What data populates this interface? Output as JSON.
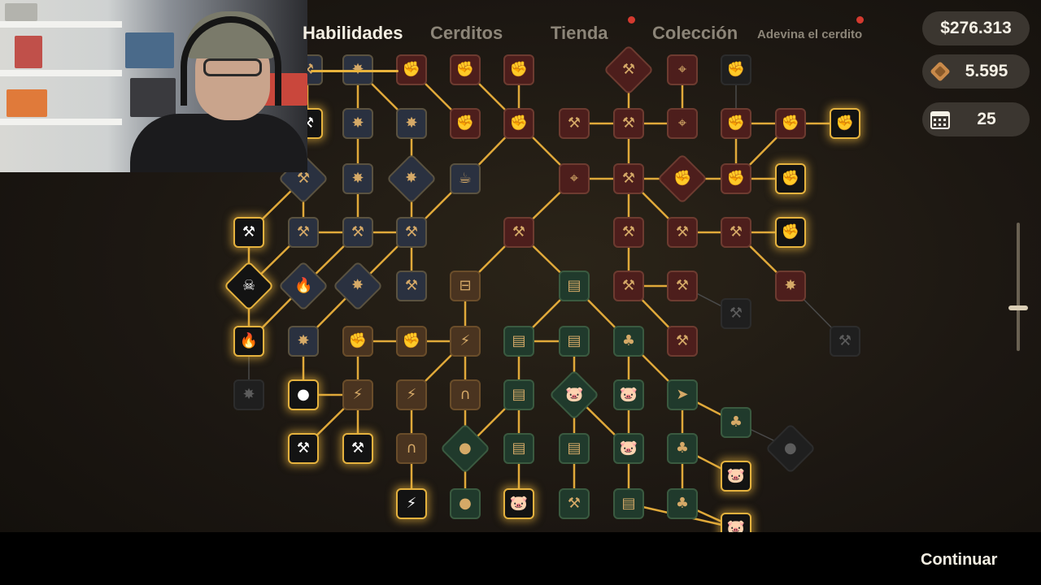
{
  "tabs": [
    {
      "label": "Habilidades",
      "active": true
    },
    {
      "label": "Cerditos",
      "active": false
    },
    {
      "label": "Tienda",
      "active": false,
      "notification": true
    },
    {
      "label": "Colección",
      "active": false
    },
    {
      "label": "Adevina el cerdito",
      "active": false,
      "notification": true
    }
  ],
  "currencies": {
    "money": "$276.313",
    "tokens": "5.595",
    "days": "25"
  },
  "continue_label": "Continuar",
  "colors": {
    "accent": "#e8b33c",
    "path": "#e0a93a",
    "notification": "#d43a2f",
    "red_branch": "#4d1e1c",
    "green_branch": "#203a2c",
    "brown_branch": "#4a3420",
    "blue_branch": "#2a3140"
  },
  "tree_icons": {
    "hammer": "⚒",
    "fist": "✊",
    "coin": "●",
    "piggy": "🐷",
    "clover": "♣",
    "fire": "🔥",
    "dumbbell": "⊟",
    "cup": "☕",
    "grip": "∩",
    "lightning": "⚡",
    "stack": "▤",
    "target": "⌖",
    "skull": "☠",
    "cursor": "➤",
    "burst": "✸"
  },
  "webcam": {
    "visible": true
  }
}
